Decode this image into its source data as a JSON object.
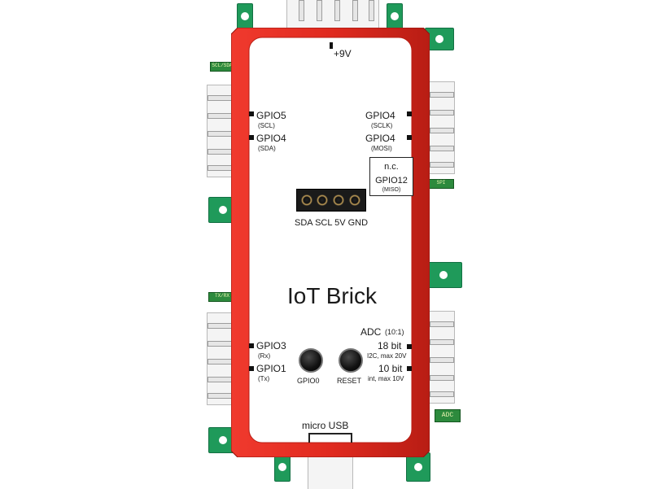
{
  "brick": {
    "title": "IoT Brick",
    "top_power": "+9V",
    "usb": "micro USB",
    "left_pins": [
      {
        "name": "GPIO5",
        "sub": "(SCL)"
      },
      {
        "name": "GPIO4",
        "sub": "(SDA)"
      },
      {
        "name": "GPIO3",
        "sub": "(Rx)"
      },
      {
        "name": "GPIO1",
        "sub": "(Tx)"
      }
    ],
    "right_pins": [
      {
        "name": "GPIO4",
        "sub": "(SCLK)"
      },
      {
        "name": "GPIO4",
        "sub": "(MOSI)"
      }
    ],
    "nc_box": {
      "nc": "n.c.",
      "name": "GPIO12",
      "sub": "(MISO)"
    },
    "header_label": "SDA SCL 5V GND",
    "buttons": [
      {
        "label": "GPIO0"
      },
      {
        "label": "RESET"
      }
    ],
    "adc": {
      "title": "ADC",
      "ratio": "(10:1)",
      "bit18": "18 bit",
      "bit18_sub": "I2C, max 20V",
      "bit10": "10 bit",
      "bit10_sub": "int, max 10V"
    }
  },
  "chips": {
    "top_left": "SCL/SDA",
    "mid_left": "TX/RX",
    "mid_right": "SPI",
    "bottom_right": "ADC"
  },
  "colors": {
    "frame_red": "#e02a1f",
    "tab_green": "#1f9a5a",
    "board_white": "#ffffff"
  }
}
